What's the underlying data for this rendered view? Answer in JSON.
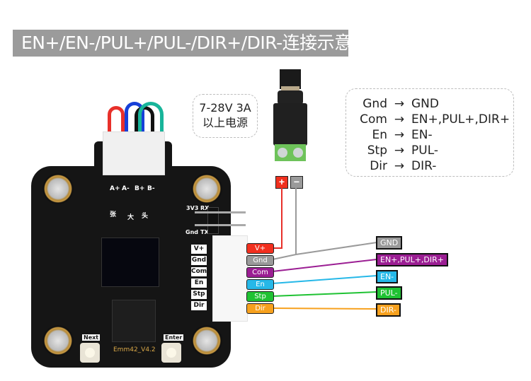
{
  "title": "EN+/EN-/PUL+/PUL-/DIR+/DIR-连接示意图",
  "power_note": {
    "line1": "7-28V 3A",
    "line2": "以上电源"
  },
  "mapping_note": [
    {
      "from": "Gnd",
      "arrow": "→",
      "to": "GND"
    },
    {
      "from": "Com",
      "arrow": "→",
      "to": "EN+,PUL+,DIR+"
    },
    {
      "from": "En",
      "arrow": "→",
      "to": "EN-"
    },
    {
      "from": "Stp",
      "arrow": "→",
      "to": "PUL-"
    },
    {
      "from": "Dir",
      "arrow": "→",
      "to": "DIR-"
    }
  ],
  "board": {
    "model": "Emm42_V4.2",
    "motor_pins": [
      "A+",
      "A-",
      "B+",
      "B-"
    ],
    "silk_chars": [
      "张",
      "大",
      "头"
    ],
    "uart_pins": [
      "3V3",
      "RX",
      "Gnd",
      "TX"
    ],
    "side_pins": [
      "V+",
      "Gnd",
      "Com",
      "En",
      "Stp",
      "Dir"
    ],
    "buttons": [
      "Next",
      "Enter"
    ]
  },
  "dc_jack": {
    "plus": "+",
    "minus": "−"
  },
  "left_tags": [
    {
      "label": "V+",
      "color": "#f2301f"
    },
    {
      "label": "Gnd",
      "color": "#9a9a9a"
    },
    {
      "label": "Com",
      "color": "#9b1e93"
    },
    {
      "label": "En",
      "color": "#26b8e8"
    },
    {
      "label": "Stp",
      "color": "#1fc233"
    },
    {
      "label": "Dir",
      "color": "#f7a11e"
    }
  ],
  "right_tags": [
    {
      "label": "GND",
      "color": "#9a9a9a"
    },
    {
      "label": "EN+,PUL+,DIR+",
      "color": "#9b1e93"
    },
    {
      "label": "EN-",
      "color": "#26b8e8"
    },
    {
      "label": "PUL-",
      "color": "#1fc233"
    },
    {
      "label": "DIR-",
      "color": "#f7a11e"
    }
  ],
  "wire_colors": {
    "red": "#e8302a",
    "blue": "#1740d8",
    "teal": "#18b59a",
    "black": "#111111"
  }
}
